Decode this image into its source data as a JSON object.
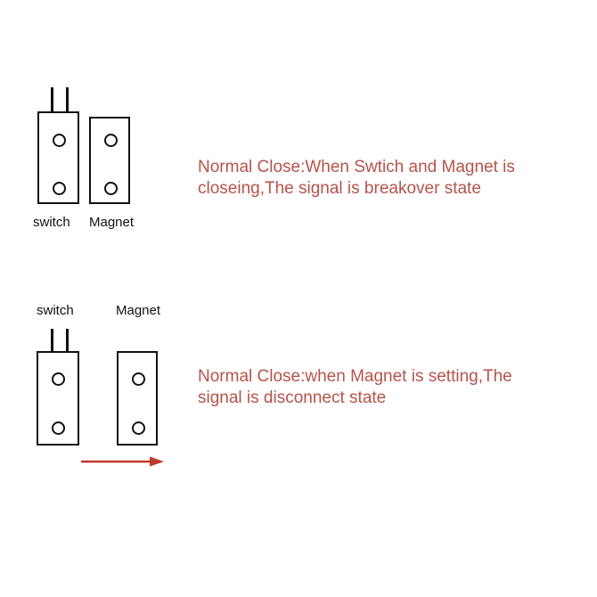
{
  "diagram": {
    "title_colors": {
      "text_red": "#b5534c",
      "outline_black": "#111111",
      "arrow_red": "#c0392b",
      "background": "#ffffff"
    },
    "figures": [
      {
        "id": "closed-state",
        "switch_label": "switch",
        "magnet_label": "Magnet",
        "label_position": "below",
        "description_lines": [
          "Normal Close:When Swtich and Magnet is",
          "closeing,The signal is breakover state"
        ],
        "has_motion_arrow": false
      },
      {
        "id": "open-state",
        "switch_label": "switch",
        "magnet_label": "Magnet",
        "label_position": "above",
        "description_lines": [
          "Normal Close:when Magnet is setting,The",
          "signal is disconnect state"
        ],
        "has_motion_arrow": true,
        "arrow_direction": "right"
      }
    ]
  }
}
